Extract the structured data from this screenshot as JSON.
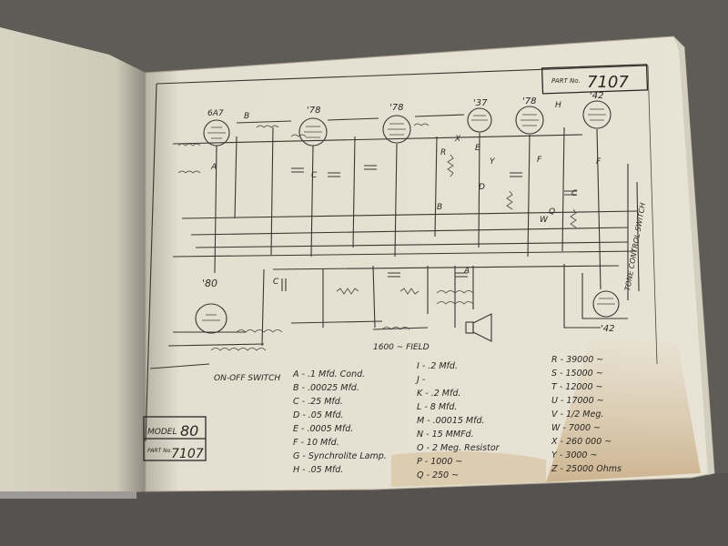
{
  "part_box": {
    "label": "PART No.",
    "number": "7107"
  },
  "tubes": [
    {
      "label": "6A7"
    },
    {
      "label": "'78"
    },
    {
      "label": "'78"
    },
    {
      "label": "'37"
    },
    {
      "label": "'78"
    },
    {
      "label": "'42"
    },
    {
      "label": "'80"
    },
    {
      "label": "'42"
    }
  ],
  "schematic_labels": {
    "field": "1600 ~ FIELD",
    "switch": "ON-OFF SWITCH",
    "tone": "TONE CONTROL SWITCH"
  },
  "model_box": {
    "model_label": "MODEL",
    "model_number": "80",
    "part_label": "PART No.",
    "part_number": "7107"
  },
  "legend": {
    "col1": [
      "A - .1 Mfd. Cond.",
      "B - .00025 Mfd.",
      "C - .25 Mfd.",
      "D - .05 Mfd.",
      "E - .0005 Mfd.",
      "F - 10 Mfd.",
      "G - Synchrolite Lamp.",
      "H - .05 Mfd."
    ],
    "col2": [
      "I - .2 Mfd.",
      "J -",
      "K - .2 Mfd.",
      "L - 8 Mfd.",
      "M - .00015 Mfd.",
      "N - 15 MMFd.",
      "O - 2 Meg. Resistor",
      "P - 1000 ~",
      "Q - 250 ~"
    ],
    "col3": [
      "R - 39000 ~",
      "S - 15000 ~",
      "T - 12000 ~",
      "U - 17000 ~",
      "V - 1/2 Meg.",
      "W - 7000 ~",
      "X - 260 000 ~",
      "Y - 3000 ~",
      "Z - 25000 Ohms"
    ]
  },
  "colors": {
    "background": "#5f5c58",
    "page": "#e6e1d2",
    "ink": "#2a2622"
  }
}
